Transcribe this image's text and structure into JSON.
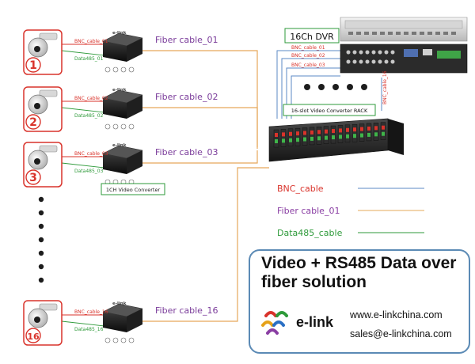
{
  "cameras": [
    {
      "number": "1",
      "bnc_label": "BNC_cable_01",
      "data_label": "Data485_01",
      "fiber_label": "Fiber cable_01"
    },
    {
      "number": "2",
      "bnc_label": "BNC_cable_02",
      "data_label": "Data485_02",
      "fiber_label": "Fiber cable_02"
    },
    {
      "number": "3",
      "bnc_label": "BNC_cable_03",
      "data_label": "Data485_03",
      "fiber_label": "Fiber cable_03"
    },
    {
      "number": "16",
      "bnc_label": "BNC_cable_16",
      "data_label": "Data485_16",
      "fiber_label": "Fiber cable_16"
    }
  ],
  "converter_brand": "e-link",
  "converter_caption": "1CH Video Converter",
  "dvr": {
    "title": "16Ch DVR",
    "bnc_labels": [
      "BNC_cable_01",
      "BNC_cable_02",
      "BNC_cable_03",
      "BNC_cable_16"
    ]
  },
  "rack": {
    "title": "16-slot Video Converter RACK"
  },
  "legend": [
    {
      "label": "BNC_cable",
      "color": "#d9332b"
    },
    {
      "label": "Fiber cable_01",
      "color": "#8a3ea3"
    },
    {
      "label": "Data485_cable",
      "color": "#2e9a3a"
    }
  ],
  "colors": {
    "bnc": "#5b88c6",
    "fiber": "#e6a85a",
    "data485": "#2e9a3a",
    "camera_number": "#d9332b",
    "info_border": "#5b8ab5"
  },
  "info": {
    "title": "Video + RS485 Data over fiber solution",
    "brand": "e-link",
    "website": "www.e-linkchina.com",
    "email": "sales@e-linkchina.com"
  }
}
